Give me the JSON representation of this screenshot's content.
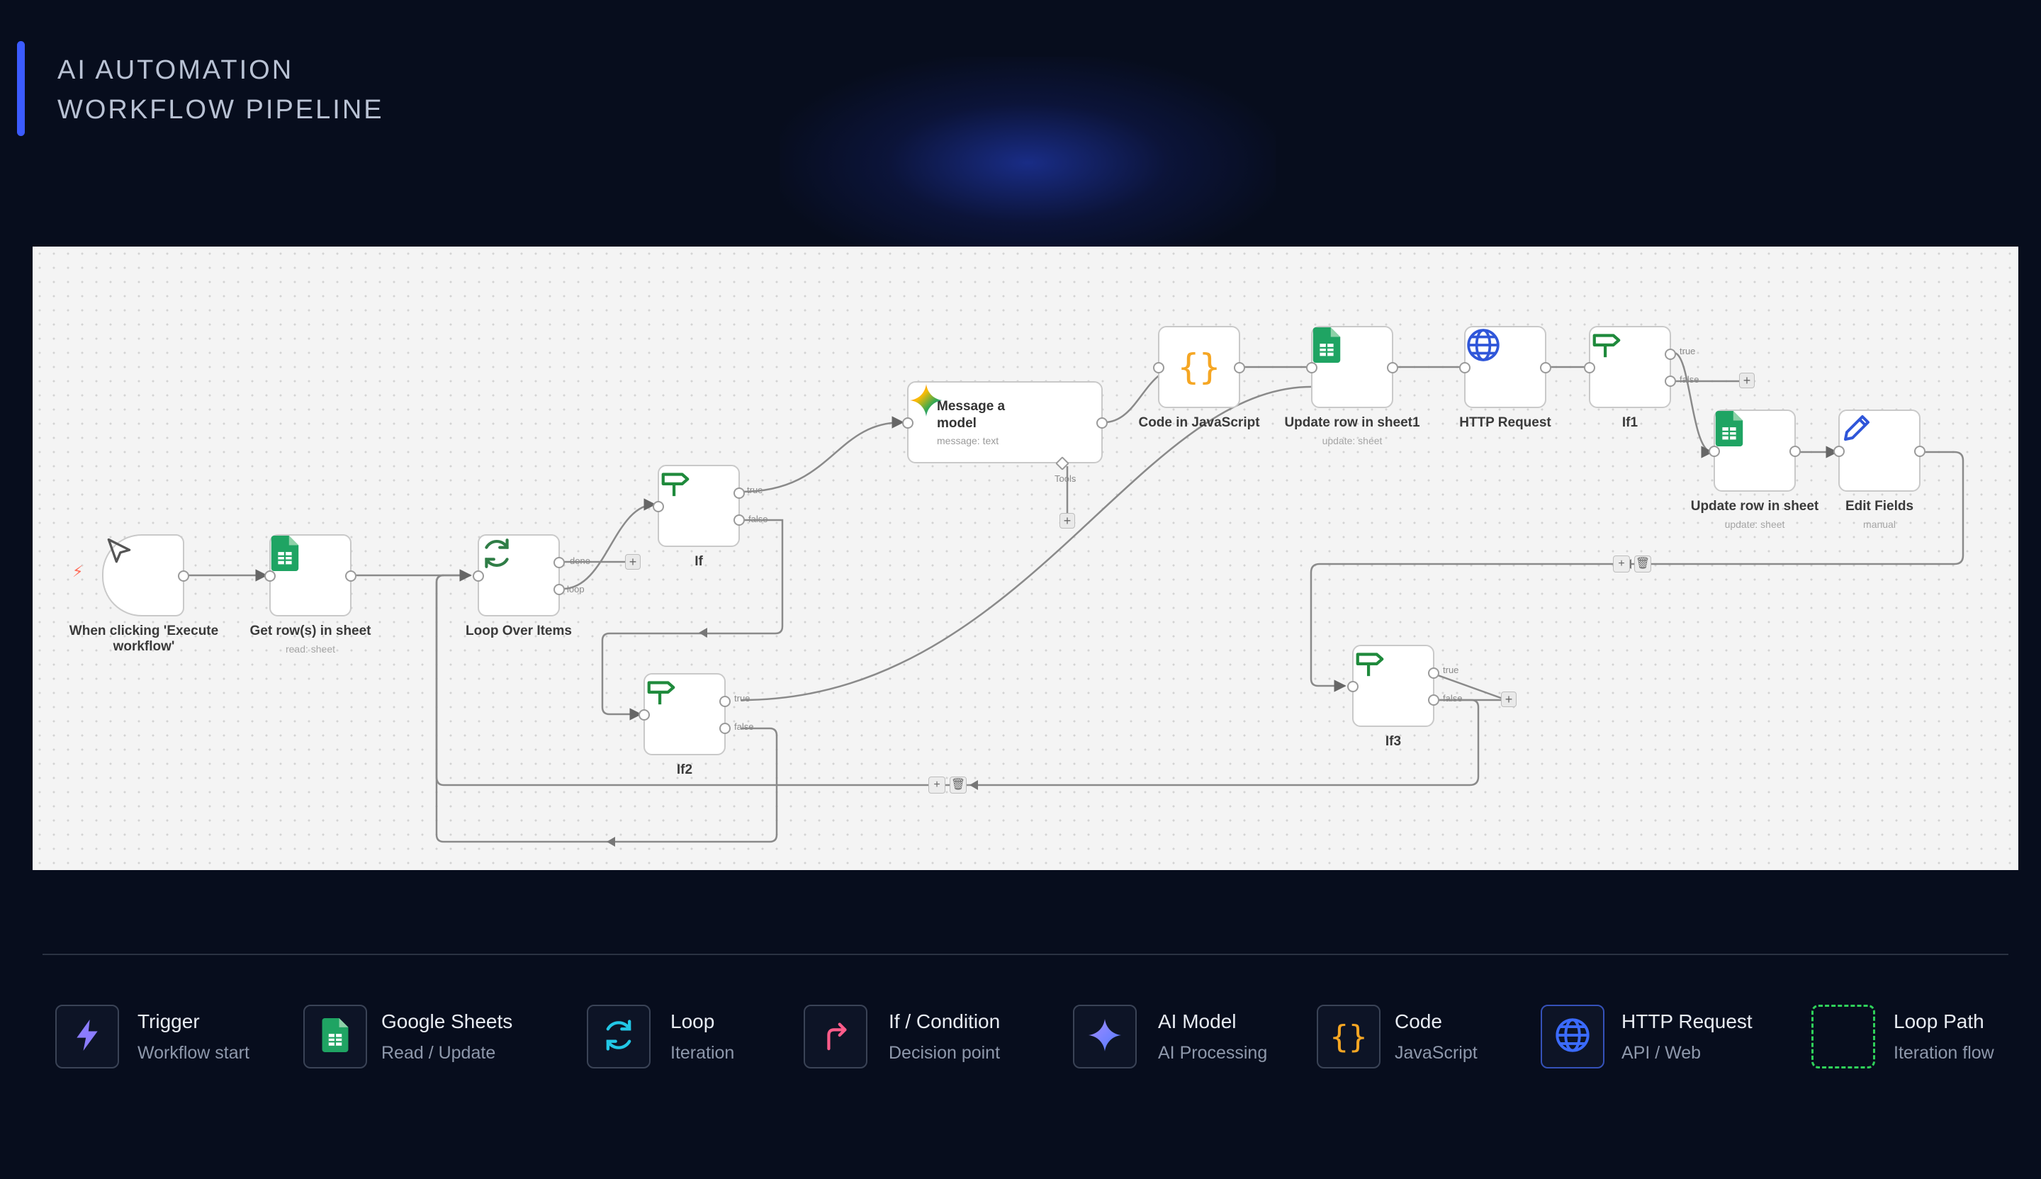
{
  "header": {
    "title_line1": "AI AUTOMATION",
    "title_line2": "WORKFLOW PIPELINE",
    "accent_color": "#3b5bff"
  },
  "nodes": {
    "trigger": {
      "label": "When clicking 'Execute workflow'",
      "icon": "cursor-icon"
    },
    "get_rows": {
      "label": "Get row(s) in sheet",
      "sub": "read: sheet",
      "icon": "google-sheets-icon"
    },
    "loop": {
      "label": "Loop Over Items",
      "icon": "loop-icon"
    },
    "if": {
      "label": "If",
      "icon": "signpost-icon"
    },
    "if2": {
      "label": "If2",
      "icon": "signpost-icon"
    },
    "message_model": {
      "title": "Message a model",
      "sub": "message: text",
      "icon": "gemini-icon"
    },
    "code_js": {
      "label": "Code in JavaScript",
      "icon": "code-braces-icon"
    },
    "update_row1": {
      "label": "Update row in sheet1",
      "sub": "update: sheet",
      "icon": "google-sheets-icon"
    },
    "http": {
      "label": "HTTP Request",
      "icon": "globe-icon"
    },
    "if1": {
      "label": "If1",
      "icon": "signpost-icon"
    },
    "update_row": {
      "label": "Update row in sheet",
      "sub": "update: sheet",
      "icon": "google-sheets-icon"
    },
    "edit_fields": {
      "label": "Edit Fields",
      "sub": "manual",
      "icon": "pencil-icon"
    },
    "if3": {
      "label": "If3",
      "icon": "signpost-icon"
    }
  },
  "edge_labels": {
    "done": "done",
    "loop": "loop",
    "true": "true",
    "false": "false",
    "tools": "Tools"
  },
  "legend": [
    {
      "title": "Trigger",
      "sub": "Workflow start",
      "icon": "bolt-icon",
      "color": "#8b7cff"
    },
    {
      "title": "Google Sheets",
      "sub": "Read / Update",
      "icon": "google-sheets-icon",
      "color": "#1fa463"
    },
    {
      "title": "Loop",
      "sub": "Iteration",
      "icon": "loop-icon",
      "color": "#22c7e6"
    },
    {
      "title": "If / Condition",
      "sub": "Decision point",
      "icon": "condition-arrow-icon",
      "color": "#ff5c8a"
    },
    {
      "title": "AI Model",
      "sub": "AI Processing",
      "icon": "ai-sparkle-icon",
      "color": "#6d7bff"
    },
    {
      "title": "Code",
      "sub": "JavaScript",
      "icon": "code-braces-icon",
      "color": "#f5a623"
    },
    {
      "title": "HTTP Request",
      "sub": "API / Web",
      "icon": "globe-icon",
      "color": "#3b6bff"
    },
    {
      "title": "Loop Path",
      "sub": "Iteration flow",
      "icon": "dashed-box-icon",
      "color": "#2fd15a"
    }
  ]
}
